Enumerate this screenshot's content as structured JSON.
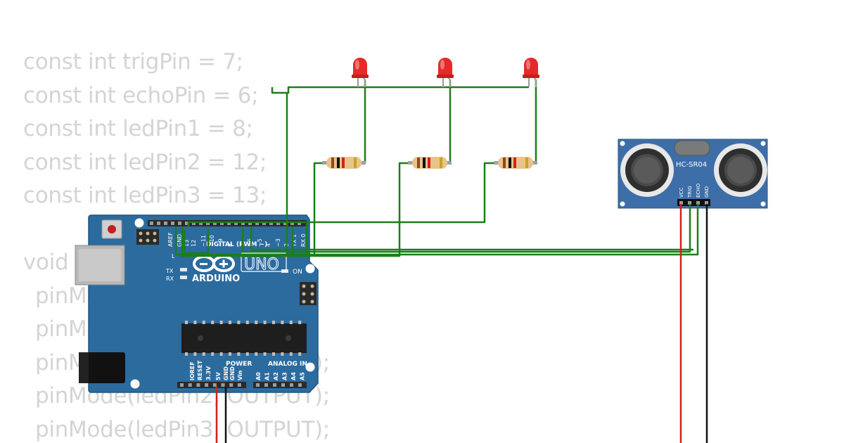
{
  "code": {
    "lines": [
      {
        "text": "const int trigPin = 7;",
        "indent": 0
      },
      {
        "text": "const int echoPin = 6;",
        "indent": 0
      },
      {
        "text": "const int ledPin1 = 8;",
        "indent": 0
      },
      {
        "text": "const int ledPin2 = 12;",
        "indent": 0
      },
      {
        "text": "const int ledPin3 = 13;",
        "indent": 0
      },
      {
        "text": "",
        "indent": 0
      },
      {
        "text": "void setup() {",
        "indent": 0
      },
      {
        "text": "pinMode(trigPin, OUTPUT);",
        "indent": 1
      },
      {
        "text": "pinMode(echoPin, INPUT);",
        "indent": 1
      },
      {
        "text": "pinMode(ledPin1, OUTPUT);",
        "indent": 1
      },
      {
        "text": "pinMode(ledPin2, OUTPUT);",
        "indent": 1
      },
      {
        "text": "pinMode(ledPin3, OUTPUT);",
        "indent": 1
      }
    ]
  },
  "arduino": {
    "brand": "ARDUINO",
    "model": "UNO",
    "logo": "∞",
    "digital_label": "DIGITAL (PWM ~)",
    "power_label": "POWER",
    "analog_label": "ANALOG IN",
    "on_label": "ON",
    "tx_label": "TX",
    "rx_label": "RX",
    "l_label": "L",
    "top_pins": [
      "AREF",
      "GND",
      "13",
      "12",
      "~11",
      "~10",
      "~9",
      "8",
      "7",
      "~6",
      "~5",
      "4",
      "~3",
      "2",
      "TX 1",
      "RX 0"
    ],
    "power_pins": [
      "IOREF",
      "RESET",
      "3.3V",
      "5V",
      "GND",
      "GND",
      "Vin"
    ],
    "analog_pins": [
      "A0",
      "A1",
      "A2",
      "A3",
      "A4",
      "A5"
    ]
  },
  "sensor": {
    "name": "HC-SR04",
    "pins": [
      "VCC",
      "TRIG",
      "ECHO",
      "GND"
    ]
  },
  "colors": {
    "board": "#2c6b9e",
    "wire_green": "#1a7f1a",
    "wire_red": "#d42020",
    "wire_black": "#111111",
    "led_red": "#e52a2a",
    "code_text": "#d4d4d4",
    "sensor_board": "#3d6ea8"
  },
  "components": {
    "leds": [
      "led-1",
      "led-2",
      "led-3"
    ],
    "resistor_bands": [
      "#8b4a1a",
      "#111111",
      "#d42020",
      "#c9a227"
    ]
  }
}
